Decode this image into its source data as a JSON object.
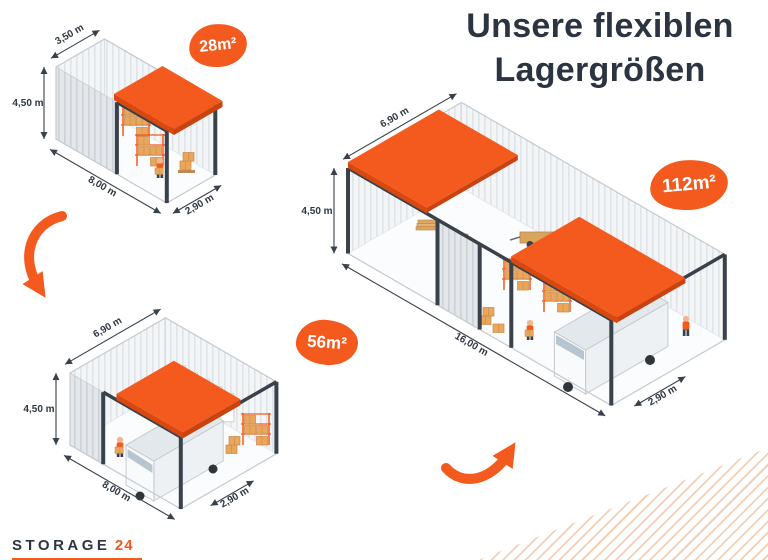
{
  "title": {
    "line1": "Unsere flexiblen",
    "line2": "Lagergrößen"
  },
  "brand": {
    "name": "STORAGE",
    "number": "24"
  },
  "units": [
    {
      "label": "28m²",
      "depth": "3,50 m",
      "height": "4,50 m",
      "length": "8,00 m",
      "door": "2,90 m"
    },
    {
      "label": "56m²",
      "depth": "6,90 m",
      "height": "4,50 m",
      "length": "8,00 m",
      "door": "2,90 m"
    },
    {
      "label": "112m²",
      "depth": "6,90 m",
      "height": "4,50 m",
      "length": "16,00 m",
      "door": "2,90 m"
    }
  ],
  "colors": {
    "accent": "#f4591e",
    "dark_text": "#2c3441"
  }
}
